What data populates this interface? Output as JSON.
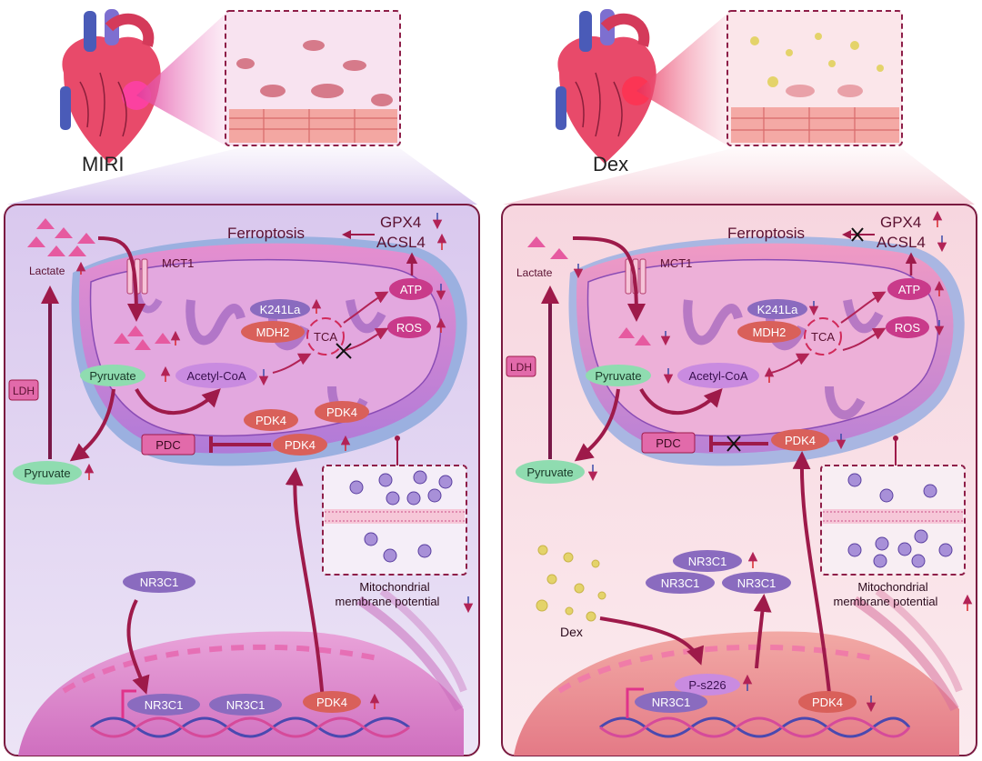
{
  "left": {
    "title": "MIRI",
    "ferroptosis": "Ferroptosis",
    "gpx4": "GPX4",
    "acsl4": "ACSL4",
    "lactate": "Lactate",
    "mct1": "MCT1",
    "ldh": "LDH",
    "k241la": "K241La",
    "mdh2": "MDH2",
    "tca": "TCA",
    "atp": "ATP",
    "ros": "ROS",
    "pyruvate_mito": "Pyruvate",
    "acetyl_coa": "Acetyl-CoA",
    "pdk4_a": "PDK4",
    "pdk4_b": "PDK4",
    "pdk4_c": "PDK4",
    "pdc": "PDC",
    "pyruvate_cyto": "Pyruvate",
    "mmp_line1": "Mitochondrial",
    "mmp_line2": "membrane potential",
    "nr3c1_cyto": "NR3C1",
    "nr3c1_nuc_a": "NR3C1",
    "nr3c1_nuc_b": "NR3C1",
    "pdk4_nuc": "PDK4"
  },
  "right": {
    "title": "Dex",
    "ferroptosis": "Ferroptosis",
    "gpx4": "GPX4",
    "acsl4": "ACSL4",
    "lactate": "Lactate",
    "mct1": "MCT1",
    "ldh": "LDH",
    "k241la": "K241La",
    "mdh2": "MDH2",
    "tca": "TCA",
    "atp": "ATP",
    "ros": "ROS",
    "pyruvate_mito": "Pyruvate",
    "acetyl_coa": "Acetyl-CoA",
    "pdk4": "PDK4",
    "pdc": "PDC",
    "pyruvate_cyto": "Pyruvate",
    "mmp_line1": "Mitochondrial",
    "mmp_line2": "membrane potential",
    "nr3c1_a": "NR3C1",
    "nr3c1_b": "NR3C1",
    "nr3c1_c": "NR3C1",
    "dex_label": "Dex",
    "ps226": "P-s226",
    "nr3c1_nuc": "NR3C1",
    "pdk4_nuc": "PDK4"
  },
  "colors": {
    "up_arrow": "#d9262b",
    "down_arrow": "#3b4aa8",
    "text": "#5a1030",
    "arrow": "#9e1a4a",
    "pink_shape": "#e65aa0",
    "green_oval": "#8fdcb0",
    "purple_oval": "#8a6bbf",
    "red_oval": "#d9605a"
  }
}
